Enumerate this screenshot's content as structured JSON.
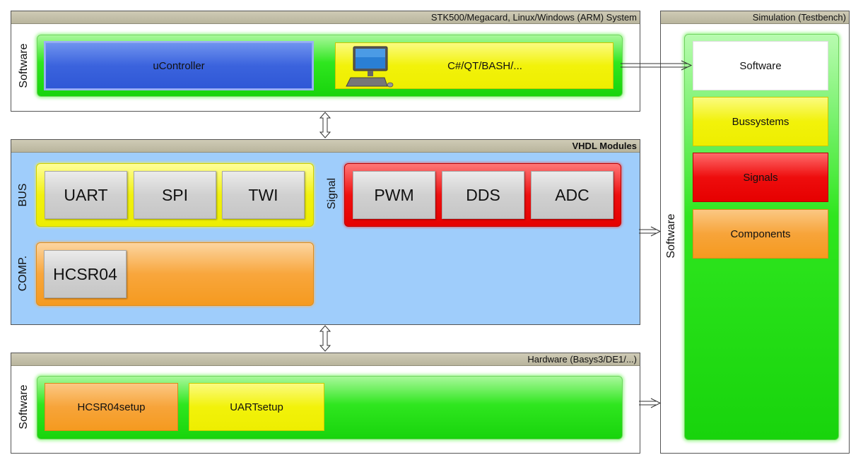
{
  "top_frame": {
    "title": "STK500/Megacard, Linux/Windows (ARM) System",
    "side_label": "Software",
    "blocks": {
      "ucontroller": "uController",
      "host_software": "C#/QT/BASH/..."
    }
  },
  "vhdl_frame": {
    "title": "VHDL Modules",
    "bus_label": "BUS",
    "signal_label": "Signal",
    "comp_label": "COMP.",
    "bus_items": [
      "UART",
      "SPI",
      "TWI"
    ],
    "signal_items": [
      "PWM",
      "DDS",
      "ADC"
    ],
    "comp_items": [
      "HCSR04"
    ]
  },
  "hw_frame": {
    "title": "Hardware (Basys3/DE1/...)",
    "side_label": "Software",
    "blocks": [
      "HCSR04setup",
      "UARTsetup"
    ]
  },
  "sim_frame": {
    "title": "Simulation (Testbench)",
    "side_label": "Software",
    "blocks": [
      "Software",
      "Bussystems",
      "Signals",
      "Components"
    ]
  },
  "colors": {
    "green": "#18d40c",
    "blue": "#2f58d6",
    "yellow": "#eeee00",
    "orange": "#f59a1f",
    "red": "#e60000",
    "lightblue": "#9fcdfb",
    "gray": "#c6c6c6",
    "header": "#b9b59d"
  },
  "icons": [
    "computer-icon"
  ]
}
